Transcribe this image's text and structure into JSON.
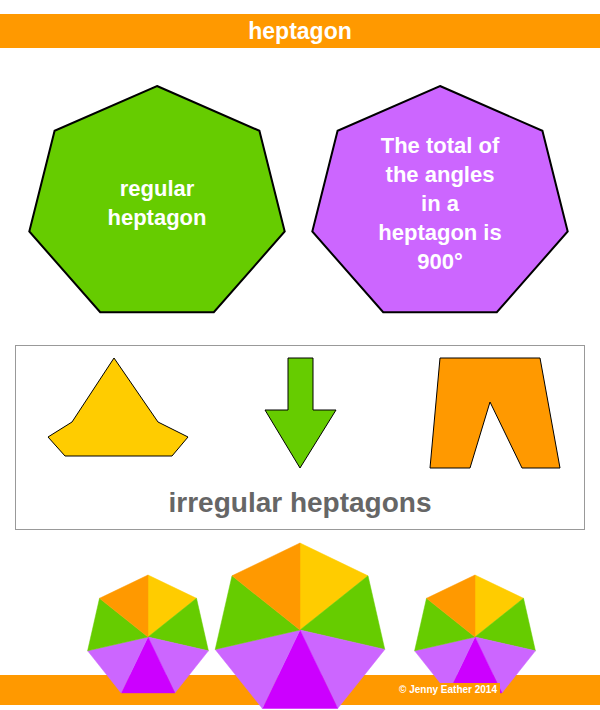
{
  "diagram": {
    "title": "heptagon",
    "nodes": [
      {
        "text": [
          "regular heptagon"
        ]
      },
      {
        "text": [
          "The total of the angles in a heptagon is 900°"
        ]
      },
      {
        "text": [
          "irregular heptagons"
        ]
      }
    ],
    "labels": [
      "© Jenny Eather 2014"
    ]
  }
}
